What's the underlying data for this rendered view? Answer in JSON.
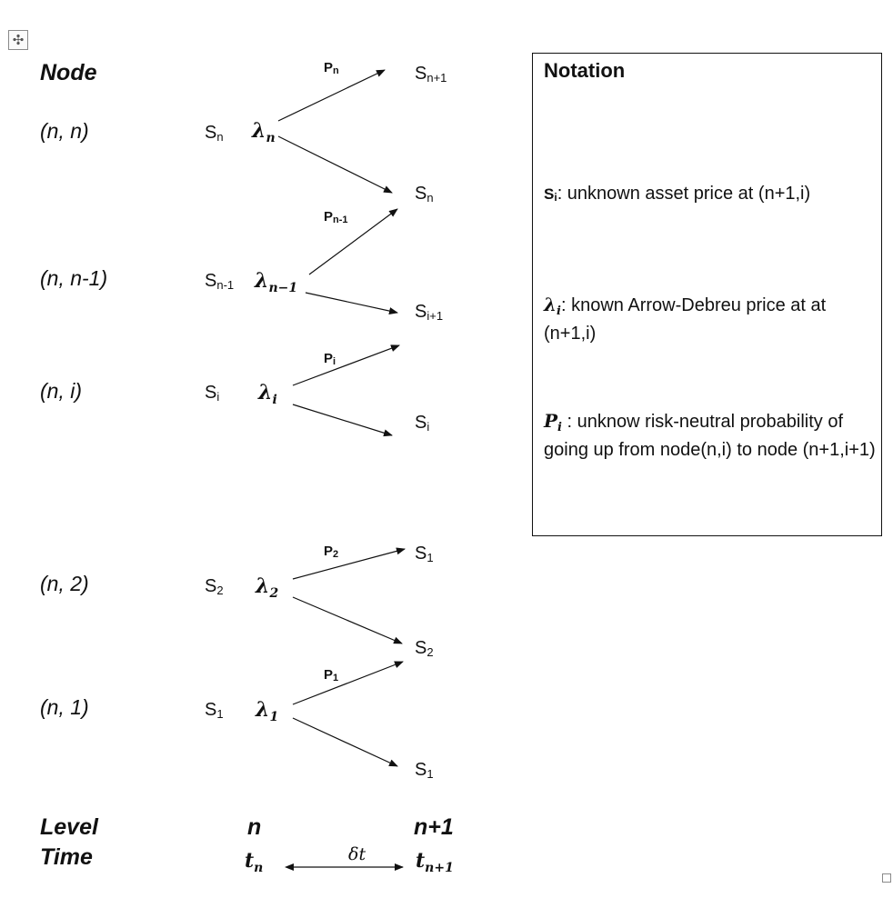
{
  "handles": {
    "move_icon": "✣"
  },
  "column_header": "Node",
  "nodes": [
    {
      "label": "(n, n)",
      "s_base": "S",
      "s_sub": "n",
      "lam_base": "λ",
      "lam_sub": "n"
    },
    {
      "label": "(n, n-1)",
      "s_base": "S",
      "s_sub": "n-1",
      "lam_base": "λ",
      "lam_sub": "n−1"
    },
    {
      "label": "(n, i)",
      "s_base": "S",
      "s_sub": "i",
      "lam_base": "λ",
      "lam_sub": "i"
    },
    {
      "label": "(n, 2)",
      "s_base": "S",
      "s_sub": "2",
      "lam_base": "λ",
      "lam_sub": "2"
    },
    {
      "label": "(n, 1)",
      "s_base": "S",
      "s_sub": "1",
      "lam_base": "λ",
      "lam_sub": "1"
    }
  ],
  "next_nodes": [
    {
      "base": "S",
      "sub": "n+1"
    },
    {
      "base": "S",
      "sub": "n"
    },
    {
      "base": "S",
      "sub": "i+1"
    },
    {
      "base": "S",
      "sub": "i"
    },
    {
      "base": "S",
      "sub": "1"
    },
    {
      "base": "S",
      "sub": "2"
    },
    {
      "base": "S",
      "sub": "1"
    }
  ],
  "probabilities": [
    {
      "base": "P",
      "sub": "n"
    },
    {
      "base": "P",
      "sub": "n-1"
    },
    {
      "base": "P",
      "sub": "i"
    },
    {
      "base": "P",
      "sub": "2"
    },
    {
      "base": "P",
      "sub": "1"
    }
  ],
  "footer": {
    "level_label": "Level",
    "time_label": "Time",
    "level_n": "n",
    "level_n1": "n+1",
    "t_base": "t",
    "t_sub_n": "n",
    "t_sub_n1": "n+1",
    "delta": "δt"
  },
  "notation": {
    "title": "Notation",
    "s_sym_base": "S",
    "s_sym_sub": "i",
    "s_desc": ":  unknown asset price at (n+1,i)",
    "lam_sym_base": "λ",
    "lam_sym_sub": "i",
    "lam_desc": ":  known Arrow-Debreu price at at (n+1,i)",
    "p_sym_base": "P",
    "p_sym_sub": "i",
    "p_desc": " : unknow risk-neutral probability of going up from node(n,i) to node (n+1,i+1)"
  }
}
